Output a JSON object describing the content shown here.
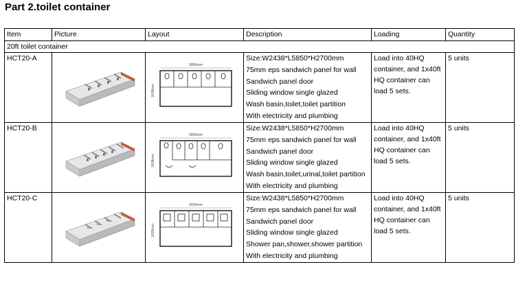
{
  "heading": "Part 2.toilet container",
  "columns": [
    "Item",
    "Picture",
    "Layout",
    "Description",
    "Loading",
    "Quantity"
  ],
  "group": "20ft toilet container",
  "rows": [
    {
      "item": "HCT20-A",
      "layout_width_label": "5850mm",
      "layout_height_label": "2438mm",
      "description": [
        "Size:W2438*L5850*H2700mm",
        "75mm eps sandwich panel for wall",
        "Sandwich panel door",
        "Sliding window single glazed",
        "Wash basin,toilet,toilet partition",
        "With electricity and plumbing"
      ],
      "loading": [
        "Load into 40HQ",
        "container, and 1x40ft",
        "HQ container can",
        "load 5 sets."
      ],
      "quantity": "5 units"
    },
    {
      "item": "HCT20-B",
      "layout_width_label": "5850mm",
      "layout_height_label": "2438mm",
      "description": [
        "Size:W2438*L5850*H2700mm",
        "75mm eps sandwich panel for wall",
        "Sandwich panel door",
        "Sliding window single glazed",
        "Wash basin,toilet,urinal,toilet partition",
        "With electricity and plumbing"
      ],
      "loading": [
        "Load into 40HQ",
        "container, and 1x40ft",
        "HQ container can",
        "load 5 sets."
      ],
      "quantity": "5 units"
    },
    {
      "item": "HCT20-C",
      "layout_width_label": "6055mm",
      "layout_height_label": "2435mm",
      "description": [
        "Size:W2438*L5850*H2700mm",
        "75mm eps sandwich panel for wall",
        "Sandwich panel door",
        "Sliding window single glazed",
        "Shower pan,shower,shower partition",
        "With electricity and plumbing"
      ],
      "loading": [
        "Load into 40HQ",
        "container, and 1x40ft",
        "HQ container can",
        "load 5 sets."
      ],
      "quantity": "5 units"
    }
  ]
}
